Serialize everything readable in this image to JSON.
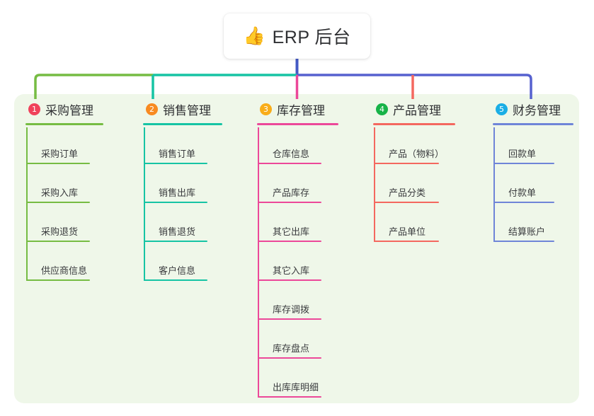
{
  "diagram": {
    "type": "mind-map",
    "background_panel_color": "#eff7e9",
    "root": {
      "emoji": "👍",
      "emoji_name": "thumbs-up-emoji",
      "title": "ERP 后台",
      "stem_color": "#4359c4"
    },
    "bus": {
      "segments": [
        {
          "color": "#76bc43"
        },
        {
          "color": "#16c4a4"
        },
        {
          "color": "#5661cf"
        }
      ]
    },
    "columns": [
      {
        "index": "1",
        "title": "采购管理",
        "badge_color": "#f0425b",
        "line_color": "#76bc43",
        "items": [
          "采购订单",
          "采购入库",
          "采购退货",
          "供应商信息"
        ]
      },
      {
        "index": "2",
        "title": "销售管理",
        "badge_color": "#f88a21",
        "line_color": "#16c4a4",
        "items": [
          "销售订单",
          "销售出库",
          "销售退货",
          "客户信息"
        ]
      },
      {
        "index": "3",
        "title": "库存管理",
        "badge_color": "#f9ad19",
        "line_color": "#ec4899",
        "items": [
          "仓库信息",
          "产品库存",
          "其它出库",
          "其它入库",
          "库存调拨",
          "库存盘点",
          "出库库明细"
        ]
      },
      {
        "index": "4",
        "title": "产品管理",
        "badge_color": "#17b348",
        "line_color": "#f4685f",
        "items": [
          "产品（物料）",
          "产品分类",
          "产品单位"
        ]
      },
      {
        "index": "5",
        "title": "财务管理",
        "badge_color": "#1aaee5",
        "line_color": "#6f85d8",
        "items": [
          "回款单",
          "付款单",
          "结算账户"
        ]
      }
    ]
  }
}
